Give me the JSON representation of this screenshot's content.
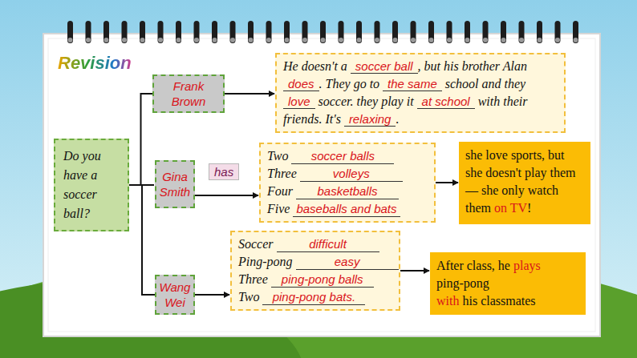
{
  "diagram": {
    "title": "Revision",
    "nodes": [
      {
        "text": [
          "Do you have a soccer ball?"
        ]
      },
      {
        "text": [
          "Frank Brown"
        ]
      },
      {
        "text": [
          "He doesn't a",
          "soccer ball",
          ", but his brother Alan",
          "does",
          ". They go to",
          "the same",
          "school and they",
          "love",
          "soccer. they play it",
          "at school",
          "with their friends. It's",
          "relaxing",
          "."
        ]
      },
      {
        "text": [
          "Gina Smith"
        ]
      },
      {
        "text": [
          "has"
        ]
      },
      {
        "text": [
          "Two",
          "soccer balls",
          "Three",
          "volleys",
          "Four",
          "basketballs",
          "Five",
          "baseballs and bats"
        ]
      },
      {
        "text": [
          "she love sports, but she doesn't play them — she only watch them",
          "on TV",
          "!"
        ]
      },
      {
        "text": [
          "Wang Wei"
        ]
      },
      {
        "text": [
          "Soccer",
          "difficult",
          "Ping-pong",
          "easy",
          "Three",
          "ping-pong balls",
          "Two",
          "ping-pong bats."
        ]
      },
      {
        "text": [
          "After class, he",
          "plays",
          "ping-pong",
          "with",
          "his classmates"
        ]
      }
    ],
    "edges": [
      {
        "from": 0,
        "to": 1,
        "arrow": "none"
      },
      {
        "from": 0,
        "to": 3,
        "arrow": "none"
      },
      {
        "from": 0,
        "to": 7,
        "arrow": "none"
      },
      {
        "from": 1,
        "to": 2,
        "arrow": "to"
      },
      {
        "from": 3,
        "to": 5,
        "arrow": "to"
      },
      {
        "from": 5,
        "to": 6,
        "arrow": "to"
      },
      {
        "from": 7,
        "to": 8,
        "arrow": "to"
      },
      {
        "from": 8,
        "to": 9,
        "arrow": "to"
      }
    ]
  }
}
